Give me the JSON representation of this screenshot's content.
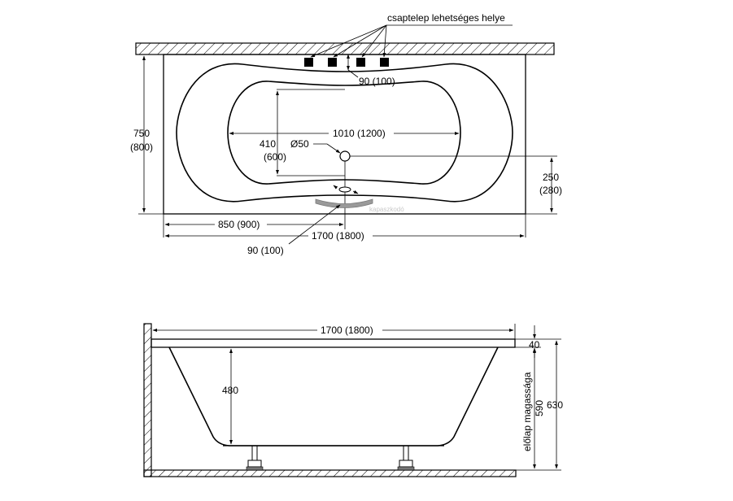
{
  "top_view": {
    "faucet_label": "csaptelep lehetséges helye",
    "faucet_offset": "90 (100)",
    "height_line1": "750",
    "height_line2": "(800)",
    "inner_length": "1010 (1200)",
    "inner_width_line1": "410",
    "inner_width_line2": "(600)",
    "drain_diameter": "Ø50",
    "drain_offset_line1": "250",
    "drain_offset_line2": "(280)",
    "handle_label": "kapaszkodó",
    "center_distance": "850 (900)",
    "total_length": "1700 (1800)",
    "handle_offset": "90 (100)"
  },
  "side_view": {
    "total_length": "1700 (1800)",
    "rim_thickness": "40",
    "tub_depth": "480",
    "front_panel_label": "előlap magassága",
    "panel_height": "590",
    "total_height": "630"
  }
}
